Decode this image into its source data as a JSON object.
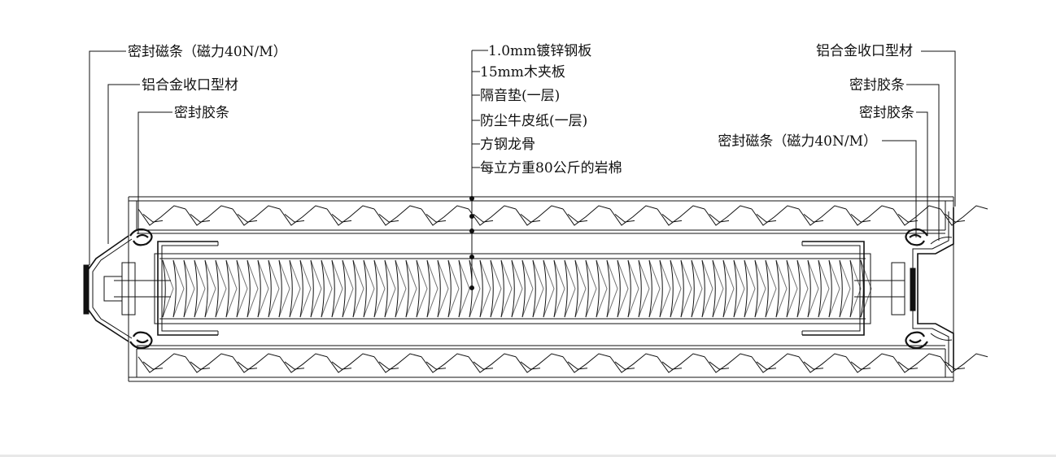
{
  "labels": {
    "left": [
      "密封磁条（磁力40N/M）",
      "铝合金收口型材",
      "密封胶条"
    ],
    "center": [
      "1.0mm镀锌钢板",
      "15mm木夹板",
      "隔音垫(一层)",
      "防尘牛皮纸(一层)",
      "方钢龙骨",
      "每立方重80公斤的岩棉"
    ],
    "right": [
      "铝合金收口型材",
      "密封胶条",
      "密封胶条",
      "密封磁条（磁力40N/M）"
    ]
  },
  "colors": {
    "line": "#111111",
    "background": "#ffffff"
  }
}
